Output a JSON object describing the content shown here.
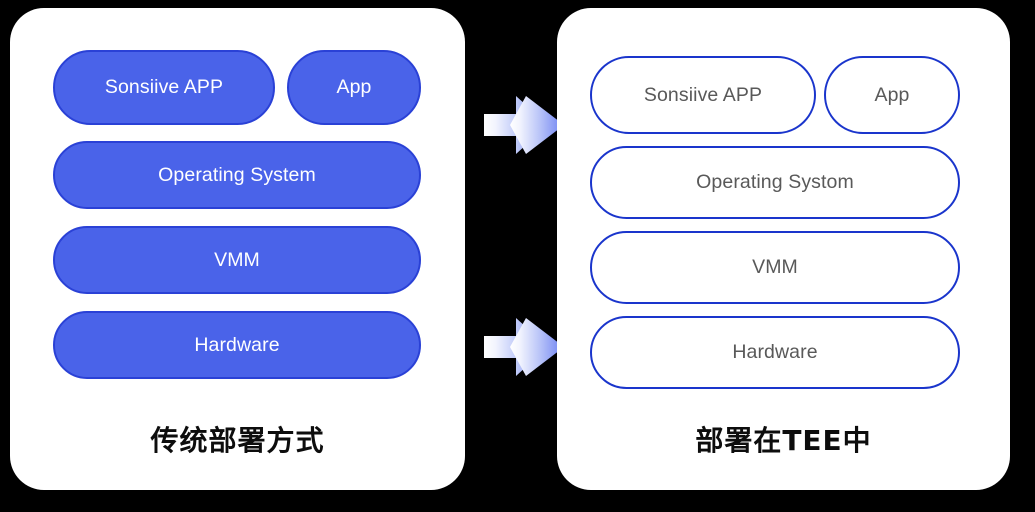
{
  "diagram": {
    "background_color": "#000000",
    "card_color": "#ffffff",
    "accent_fill": "#4a63e9",
    "accent_border": "#2a41d6",
    "outline_stroke": "#1a35cc",
    "outline_text_color": "#595959",
    "filled_text_color": "#ffffff",
    "arrow_gradient_from": "#ffffff",
    "arrow_gradient_to": "#6b80f2"
  },
  "left_panel": {
    "caption": "传统部署方式",
    "style": "filled",
    "layers": [
      {
        "label": "Sonsiive APP",
        "row": 0,
        "col": 0
      },
      {
        "label": "App",
        "row": 0,
        "col": 1
      },
      {
        "label": "Operating System",
        "row": 1,
        "col": 0
      },
      {
        "label": "VMM",
        "row": 2,
        "col": 0
      },
      {
        "label": "Hardware",
        "row": 3,
        "col": 0
      }
    ]
  },
  "right_panel": {
    "caption": "部署在TEE中",
    "style": "outline",
    "layers": [
      {
        "label": "Sonsiive APP",
        "row": 0,
        "col": 0
      },
      {
        "label": "App",
        "row": 0,
        "col": 1
      },
      {
        "label": "Operating Systom",
        "row": 1,
        "col": 0
      },
      {
        "label": "VMM",
        "row": 2,
        "col": 0
      },
      {
        "label": "Hardware",
        "row": 3,
        "col": 0
      }
    ]
  },
  "connectors": [
    {
      "name": "double-chevron-arrow-top",
      "direction": "right"
    },
    {
      "name": "double-chevron-arrow-bottom",
      "direction": "right"
    }
  ]
}
